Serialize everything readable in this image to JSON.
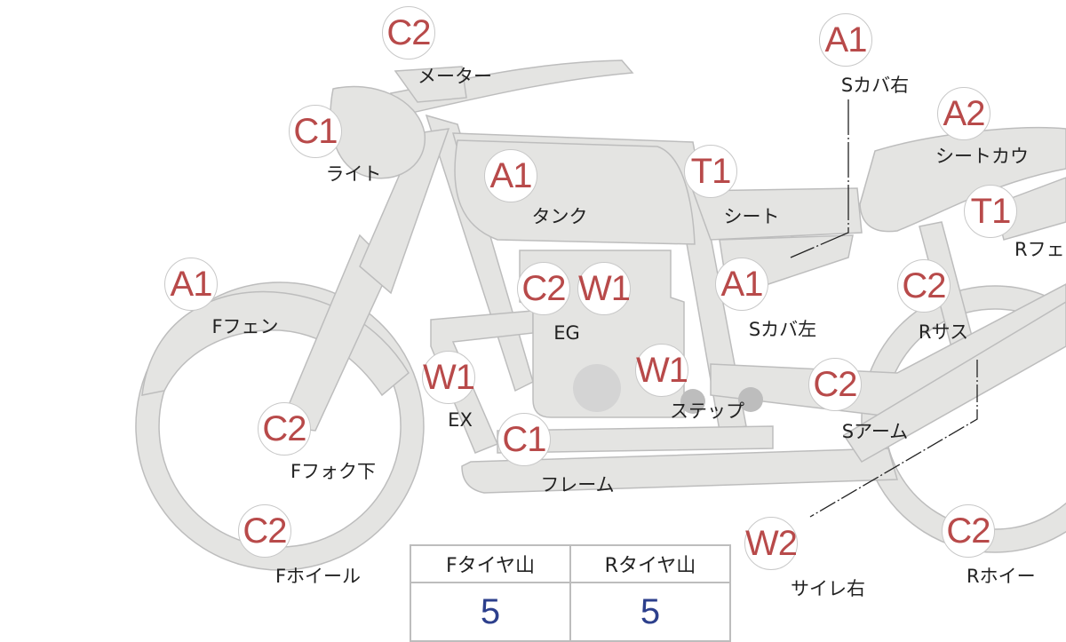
{
  "badges": [
    {
      "code": "C2",
      "label": "メーター"
    },
    {
      "code": "C1",
      "label": "ライト"
    },
    {
      "code": "A1",
      "label": "タンク"
    },
    {
      "code": "T1",
      "label": "シート"
    },
    {
      "code": "A1",
      "label": "Sカバ右"
    },
    {
      "code": "A2",
      "label": "シートカウ"
    },
    {
      "code": "T1",
      "label": "Rフェ"
    },
    {
      "code": "A1",
      "label": "Fフェン"
    },
    {
      "code": "C2",
      "label": "EG"
    },
    {
      "code": "W1",
      "label": ""
    },
    {
      "code": "A1",
      "label": "Sカバ左"
    },
    {
      "code": "C2",
      "label": "Rサス"
    },
    {
      "code": "W1",
      "label": "EX"
    },
    {
      "code": "W1",
      "label": "ステップ"
    },
    {
      "code": "C2",
      "label": "Sアーム"
    },
    {
      "code": "C2",
      "label": "Fフォク下"
    },
    {
      "code": "C1",
      "label": "フレーム"
    },
    {
      "code": "C2",
      "label": "Fホイール"
    },
    {
      "code": "W2",
      "label": "サイレ右"
    },
    {
      "code": "C2",
      "label": "Rホイー"
    }
  ],
  "tire_table": {
    "front_header": "Fタイヤ山",
    "rear_header": "Rタイヤ山",
    "front_value": "5",
    "rear_value": "5"
  },
  "colors": {
    "badge_text": "#b84a4a",
    "value_text": "#2c3f8c",
    "part_fill": "#e4e4e2"
  }
}
